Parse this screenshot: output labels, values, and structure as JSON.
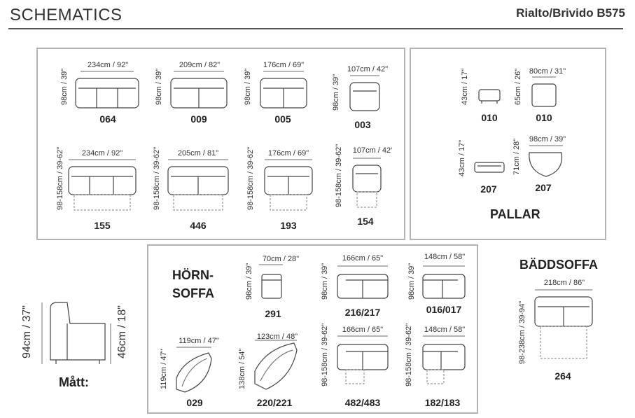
{
  "header": {
    "title": "SCHEMATICS",
    "brand": "Rialto/Brivido B575"
  },
  "sections": {
    "pallar": "PALLAR",
    "hornsoffa": "HÖRN-\nSOFFA",
    "baddsoffa": "BÄDDSOFFA",
    "matt": "Mått:"
  },
  "items": {
    "s064": {
      "code": "064",
      "w": "234cm / 92\"",
      "h": "98cm / 39\""
    },
    "s009": {
      "code": "009",
      "w": "209cm / 82\"",
      "h": "98cm / 39\""
    },
    "s005": {
      "code": "005",
      "w": "176cm / 69\"",
      "h": "98cm / 39\""
    },
    "s003": {
      "code": "003",
      "w": "107cm / 42\"",
      "h": "98cm / 39\""
    },
    "s155": {
      "code": "155",
      "w": "234cm / 92\"",
      "h": "98-158cm / 39-62\""
    },
    "s446": {
      "code": "446",
      "w": "205cm / 81\"",
      "h": "98-158cm / 39-62\""
    },
    "s193": {
      "code": "193",
      "w": "176cm / 69\"",
      "h": "98-158cm / 39-62\""
    },
    "s154": {
      "code": "154",
      "w": "107cm / 42'",
      "h": "98-158cm / 39-62\""
    },
    "p010a": {
      "code": "010",
      "h": "43cm / 17\""
    },
    "p010b": {
      "code": "010",
      "w": "80cm / 31\"",
      "h": "65cm / 26\""
    },
    "p207a": {
      "code": "207",
      "h": "43cm / 17\""
    },
    "p207b": {
      "code": "207",
      "w": "98cm / 39\"",
      "h": "71cm / 28\""
    },
    "c291": {
      "code": "291",
      "w": "70cm / 28\"",
      "h": "98cm / 39\""
    },
    "c216": {
      "code": "216/217",
      "w": "166cm / 65\"",
      "h": "98cm / 39\""
    },
    "c016": {
      "code": "016/017",
      "w": "148cm / 58\"",
      "h": "98cm / 39\""
    },
    "c029": {
      "code": "029",
      "w": "119cm / 47\"",
      "h": "119cm / 47\""
    },
    "c220": {
      "code": "220/221",
      "w": "123cm / 48\"",
      "h": "138cm / 54\""
    },
    "c482": {
      "code": "482/483",
      "w": "166cm / 65\"",
      "h": "98-158cm / 39-62\""
    },
    "c182": {
      "code": "182/183",
      "w": "148cm / 58\"",
      "h": "98-158cm / 39-62\""
    },
    "b264": {
      "code": "264",
      "w": "218cm / 86\"",
      "h": "98-238cm / 39-94\""
    },
    "side": {
      "h": "94cm / 37\"",
      "seat": "46cm / 18\""
    }
  }
}
